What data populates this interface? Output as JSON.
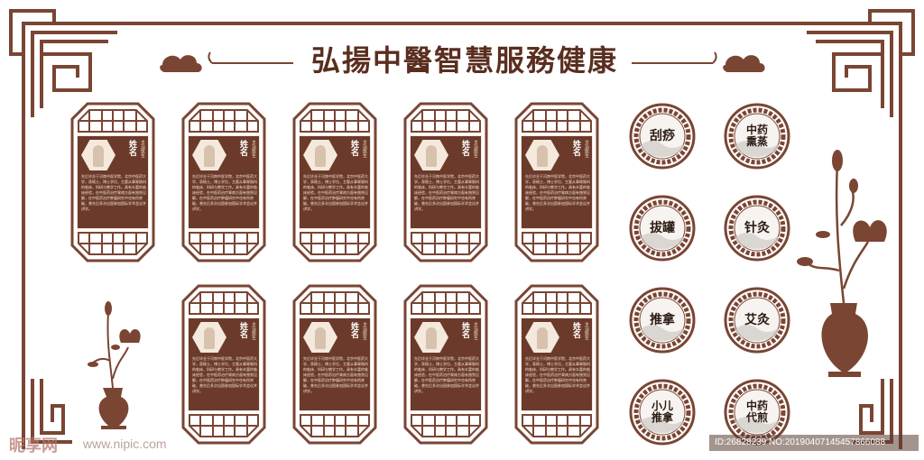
{
  "title": "弘揚中醫智慧服務健康",
  "colors": {
    "brand_brown": "#6b3a2a",
    "frame_brown": "#7a4533",
    "cream": "#f4e9dc"
  },
  "doctor_card": {
    "name": "姓名",
    "subtitle": "主治医生",
    "bio": "先后毕业于河南中医学院，北京中医药大学，获硕士，博士学位，主要从事胃肠科的临床、科研与教学工作。具有丰富的临床经验，在中医药治疗胃病方面有独到见解，在中医药治疗肿瘤研究中也有所突破，曾先后多次出国参加国际学术会议并讲学。"
  },
  "therapies": [
    {
      "label": "刮痧"
    },
    {
      "label": "中药熏蒸"
    },
    {
      "label": "拔罐"
    },
    {
      "label": "针灸"
    },
    {
      "label": "推拿"
    },
    {
      "label": "艾灸"
    },
    {
      "label": "小儿推拿"
    },
    {
      "label": "中药代煎"
    }
  ],
  "watermark": {
    "logo": "昵享网",
    "url": "www.nipic.com",
    "id": "ID:26828239 NO:20190407145457866088"
  }
}
